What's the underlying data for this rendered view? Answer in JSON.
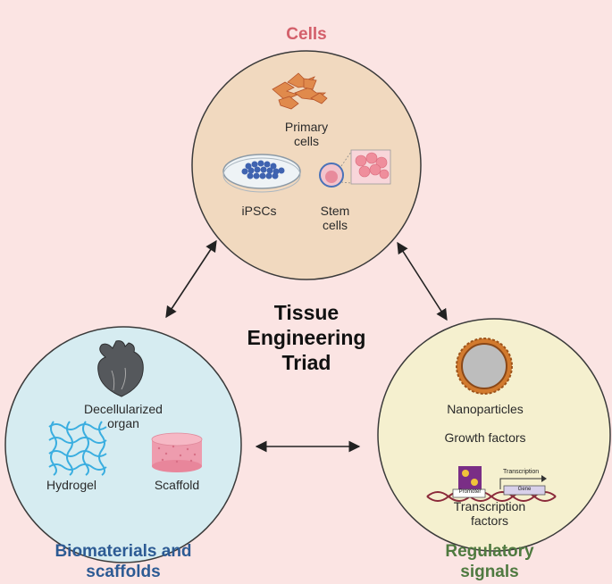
{
  "center": {
    "line1": "Tissue",
    "line2": "Engineering",
    "line3": "Triad"
  },
  "cells": {
    "title": "Cells",
    "primary_line1": "Primary",
    "primary_line2": "cells",
    "ipscs": "iPSCs",
    "stem_line1": "Stem",
    "stem_line2": "cells",
    "fill": "#f1d9bf",
    "title_color": "#d35f6a"
  },
  "biomaterials": {
    "title_line1": "Biomaterials and",
    "title_line2": "scaffolds",
    "decell_line1": "Decellularized",
    "decell_line2": "organ",
    "hydrogel": "Hydrogel",
    "scaffold": "Scaffold",
    "fill": "#d6ecf1",
    "title_color": "#2d5b94"
  },
  "regulatory": {
    "title_line1": "Regulatory",
    "title_line2": "signals",
    "nanoparticles": "Nanoparticles",
    "growth_factors": "Growth factors",
    "tf_line1": "Transcription",
    "tf_line2": "factors",
    "mini_transcription": "Transcription",
    "mini_promoter": "Promoter",
    "mini_gene": "Gene",
    "fill": "#f5f0cf",
    "title_color": "#4f7a40"
  },
  "icons": [
    "fibroblast-cells-icon",
    "petri-dish-icon",
    "stem-cell-icon",
    "heart-organ-icon",
    "hydrogel-mesh-icon",
    "scaffold-cylinder-icon",
    "nanoparticle-icon",
    "dna-gene-icon"
  ],
  "colors": {
    "background": "#fbe4e3",
    "circle_stroke": "#3a3a3a",
    "arrow": "#222222"
  }
}
